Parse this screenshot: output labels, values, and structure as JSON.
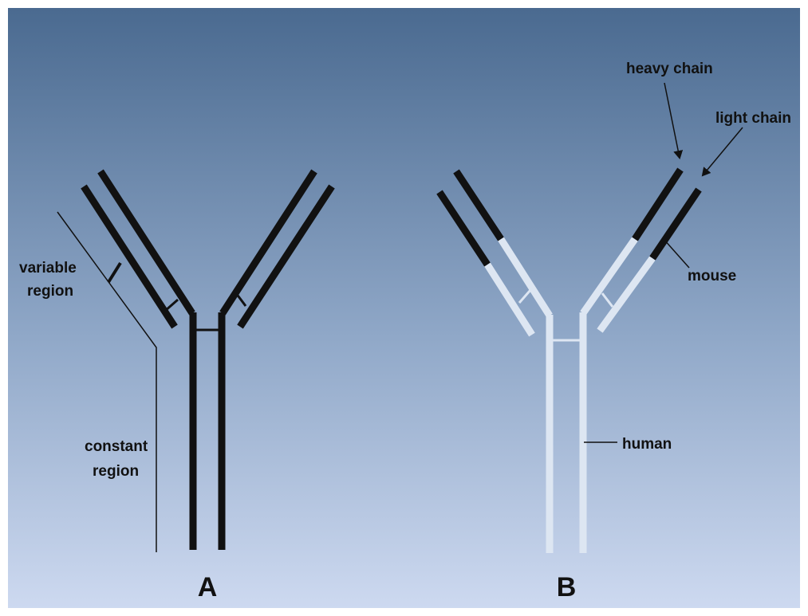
{
  "colors": {
    "background_top": "#4a6a90",
    "background_mid": "#90a8c8",
    "background_bottom": "#cdd9f0",
    "mouse_chain": "#111111",
    "human_chain": "#dde6f2",
    "label_text": "#111111"
  },
  "antibody_a": {
    "caption": "A",
    "variable_label": [
      "variable",
      "region"
    ],
    "constant_label": [
      "constant",
      "region"
    ]
  },
  "antibody_b": {
    "caption": "B",
    "heavy_chain_label": "heavy chain",
    "light_chain_label": "light chain",
    "mouse_label": "mouse",
    "human_label": "human"
  }
}
